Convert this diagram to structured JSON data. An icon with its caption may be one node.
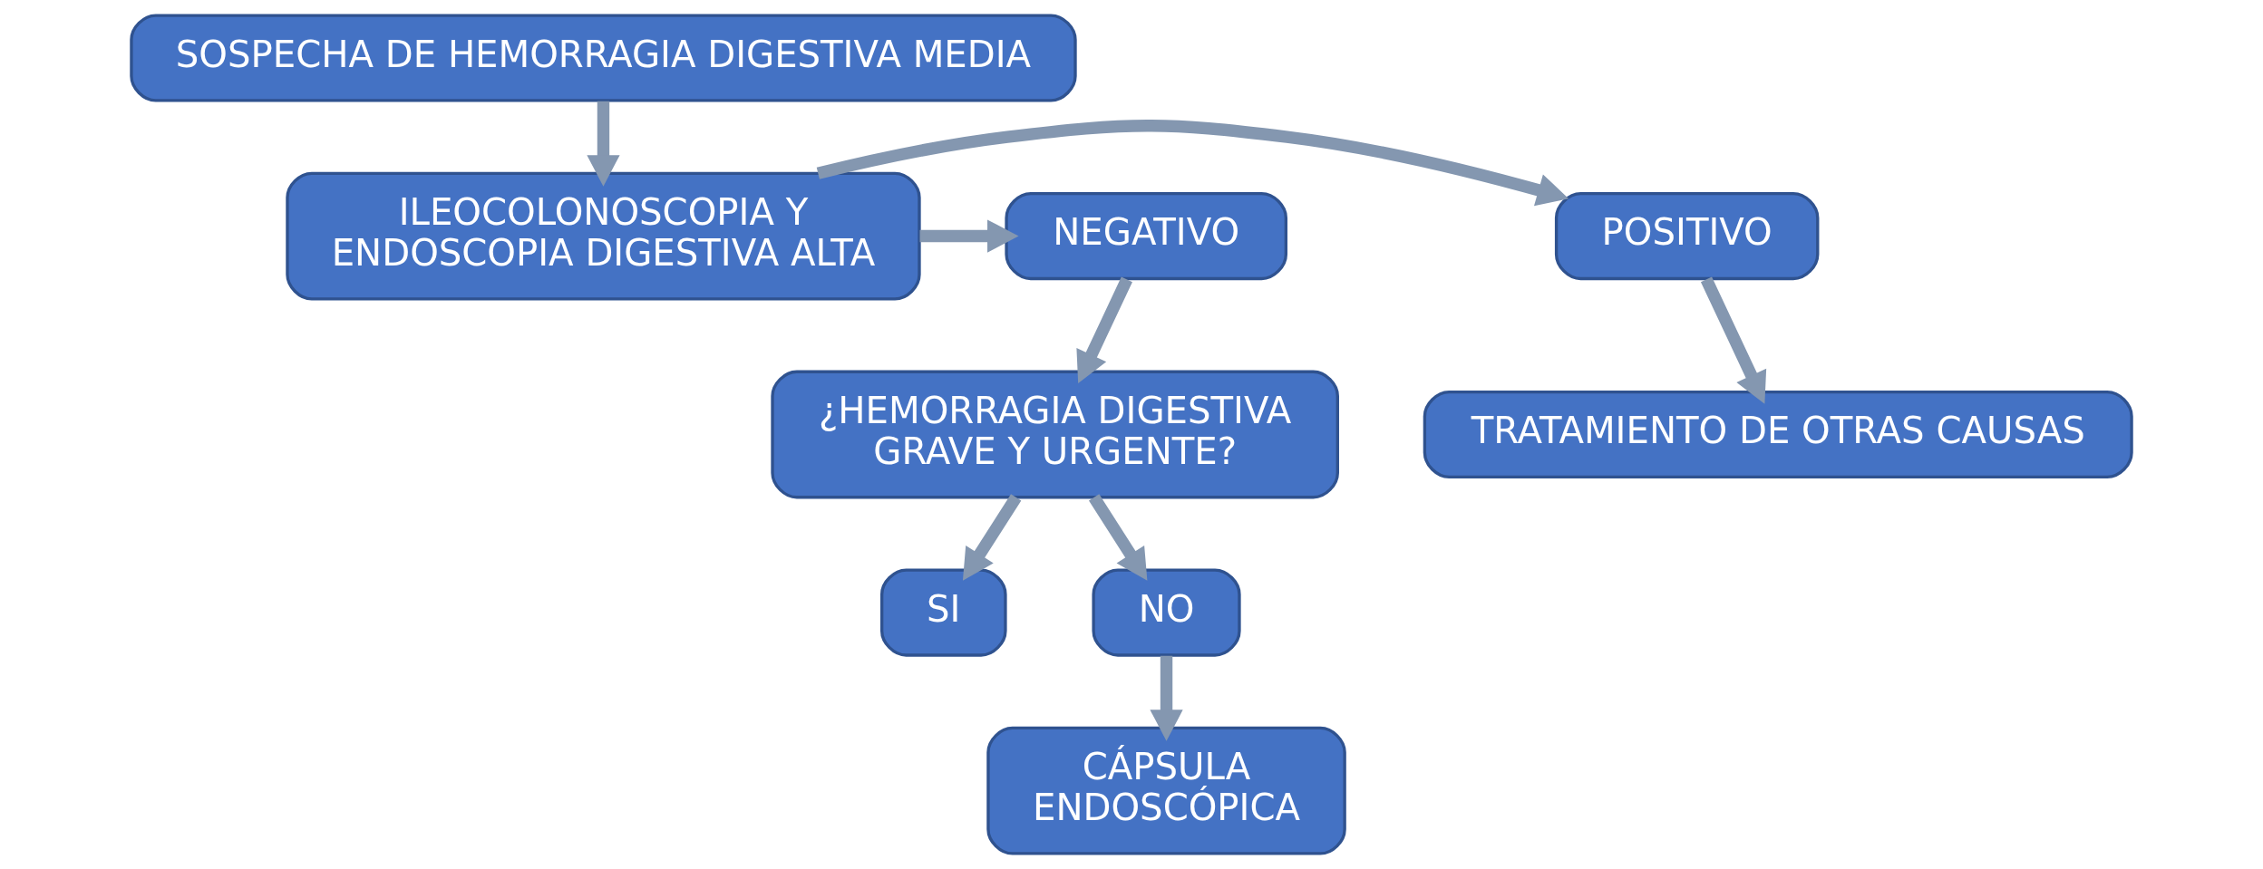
{
  "diagram": {
    "nodes": [
      {
        "text": [
          "SOSPECHA DE HEMORRAGIA DIGESTIVA MEDIA"
        ]
      },
      {
        "text": [
          "ILEOCOLONOSCOPIA Y ENDOSCOPIA DIGESTIVA ALTA"
        ]
      },
      {
        "text": [
          "POSITIVO"
        ]
      },
      {
        "text": [
          "NEGATIVO"
        ]
      },
      {
        "text": [
          "TRATAMIENTO DE OTRAS CAUSAS"
        ]
      },
      {
        "text": [
          "¿HEMORRAGIA DIGESTIVA GRAVE Y URGENTE?"
        ]
      },
      {
        "text": [
          "SI"
        ]
      },
      {
        "text": [
          "NO"
        ]
      },
      {
        "text": [
          "CÁPSULA ENDOSCÓPICA"
        ]
      }
    ],
    "edges": [
      {
        "from": 0,
        "to": 1,
        "arrow": "to"
      },
      {
        "from": 1,
        "to": 2,
        "arrow": "to"
      },
      {
        "from": 1,
        "to": 3,
        "arrow": "to"
      },
      {
        "from": 2,
        "to": 4,
        "arrow": "to"
      },
      {
        "from": 3,
        "to": 5,
        "arrow": "to"
      },
      {
        "from": 5,
        "to": 6,
        "arrow": "to"
      },
      {
        "from": 5,
        "to": 7,
        "arrow": "to"
      },
      {
        "from": 7,
        "to": 8,
        "arrow": "to"
      }
    ]
  }
}
